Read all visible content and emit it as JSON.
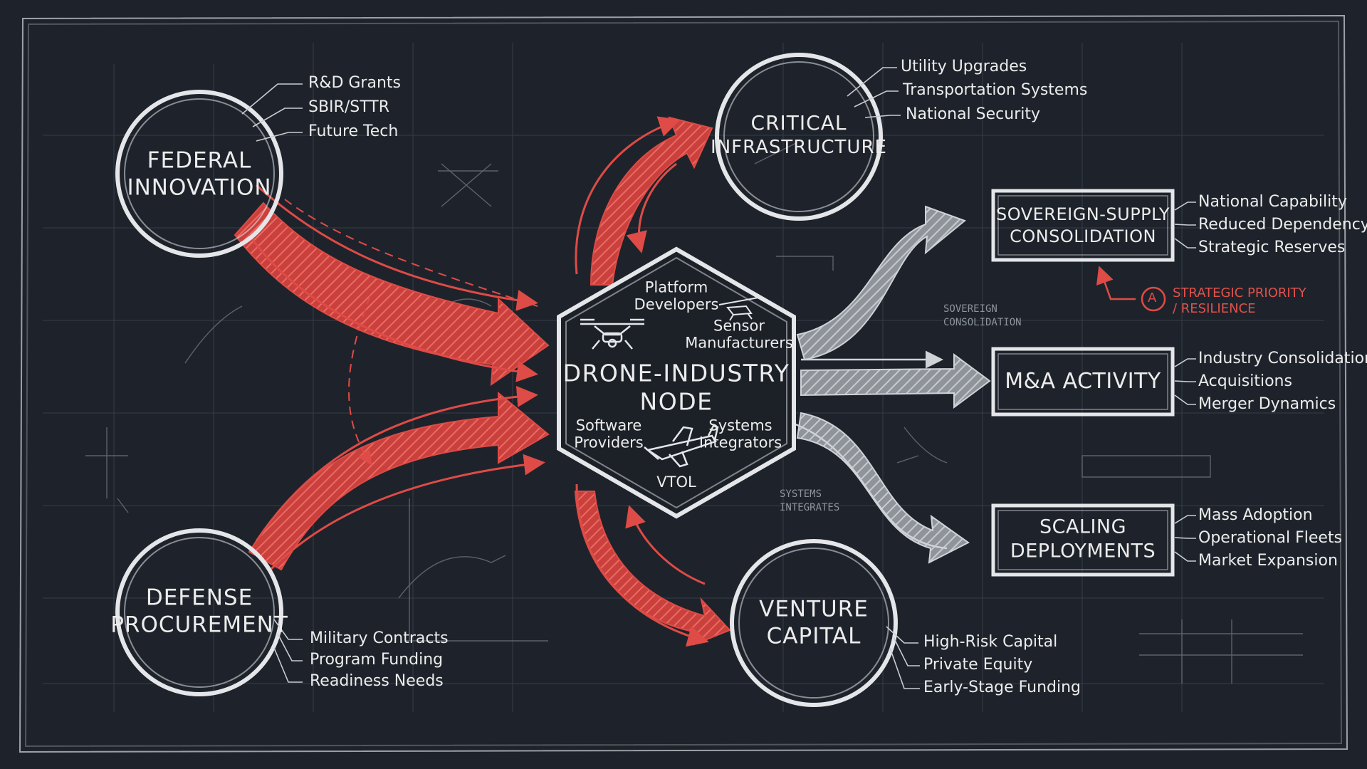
{
  "colors": {
    "background": "#1e232b",
    "chalk": "#e8e8e8",
    "red_accent": "#df4b46",
    "grid": "#3b424c"
  },
  "sources": {
    "federal_innovation": {
      "title_line1": "FEDERAL",
      "title_line2": "INNOVATION",
      "bullets": [
        "R&D Grants",
        "SBIR/STTR",
        "Future Tech"
      ]
    },
    "defense_procurement": {
      "title_line1": "DEFENSE",
      "title_line2": "PROCUREMENT",
      "bullets": [
        "Military Contracts",
        "Program Funding",
        "Readiness Needs"
      ]
    },
    "critical_infrastructure": {
      "title_line1": "CRITICAL",
      "title_line2": "INFRASTRUCTURE",
      "bullets": [
        "Utility Upgrades",
        "Transportation Systems",
        "National Security"
      ]
    },
    "venture_capital": {
      "title_line1": "VENTURE",
      "title_line2": "CAPITAL",
      "bullets": [
        "High-Risk Capital",
        "Private Equity",
        "Early-Stage Funding"
      ]
    }
  },
  "hub": {
    "title": "DRONE-INDUSTRY\nNODE",
    "platform": "Platform\nDevelopers",
    "sensor": "Sensor\nManufacturers",
    "software": "Software\nProviders",
    "systems": "Systems\nIntegrators",
    "vtol": "VTOL",
    "icons": [
      "quadcopter-icon",
      "sensor-drone-icon",
      "vtol-aircraft-icon"
    ]
  },
  "outcomes": {
    "sovereign": {
      "title_line1": "SOVEREIGN-SUPPLY",
      "title_line2": "CONSOLIDATION",
      "bullets": [
        "National Capability",
        "Reduced Dependency",
        "Strategic Reserves"
      ]
    },
    "ma": {
      "title": "M&A ACTIVITY",
      "bullets": [
        "Industry Consolidation",
        "Acquisitions",
        "Merger Dynamics"
      ]
    },
    "scaling": {
      "title_line1": "SCALING",
      "title_line2": "DEPLOYMENTS",
      "bullets": [
        "Mass Adoption",
        "Operational Fleets",
        "Market Expansion"
      ]
    }
  },
  "annotation": {
    "marker": "A",
    "text": "STRATEGIC PRIORITY\n/ RESILIENCE"
  },
  "scribbles": {
    "sovereign_note": "SOVEREIGN CONSOLIDATION",
    "systems_note": "SYSTEMS\nINTEGRATES"
  }
}
